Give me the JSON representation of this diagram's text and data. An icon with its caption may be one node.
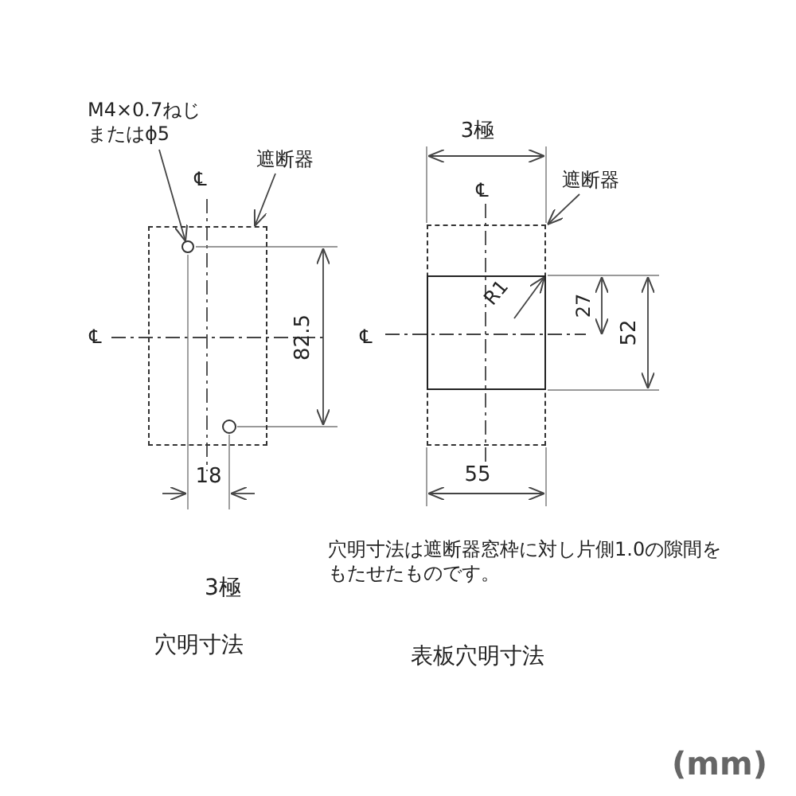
{
  "diagram": {
    "nodes": [
      {
        "text": [
          "M4×0.7ねじまたはϕ5"
        ]
      },
      {
        "text": [],
        "shape": "circle",
        "in": 3
      },
      {
        "text": [
          "遮断器"
        ]
      },
      {
        "text": [],
        "shape": "box"
      },
      {
        "text": [
          "遮断器"
        ]
      },
      {
        "text": [],
        "shape": "box"
      },
      {
        "text": [
          "R1"
        ],
        "in": 7
      },
      {
        "text": [],
        "shape": "box",
        "in": 5
      }
    ],
    "edges": [
      {
        "from": 0,
        "to": 1,
        "arrow": "to"
      },
      {
        "from": 2,
        "to": 3,
        "arrow": "to"
      },
      {
        "from": 4,
        "to": 5,
        "arrow": "to"
      },
      {
        "from": 6,
        "to": 7,
        "arrow": "to"
      }
    ],
    "labels": [
      "3極",
      "℄",
      "℄",
      "27",
      "℄",
      "82.5",
      "℄",
      "52",
      "18",
      "55",
      "穴明寸法は遮断器窓枠に対し片側1.0の隙間をもたせたものです。",
      "3極",
      "穴明寸法",
      "表板穴明寸法",
      "(mm)"
    ]
  }
}
